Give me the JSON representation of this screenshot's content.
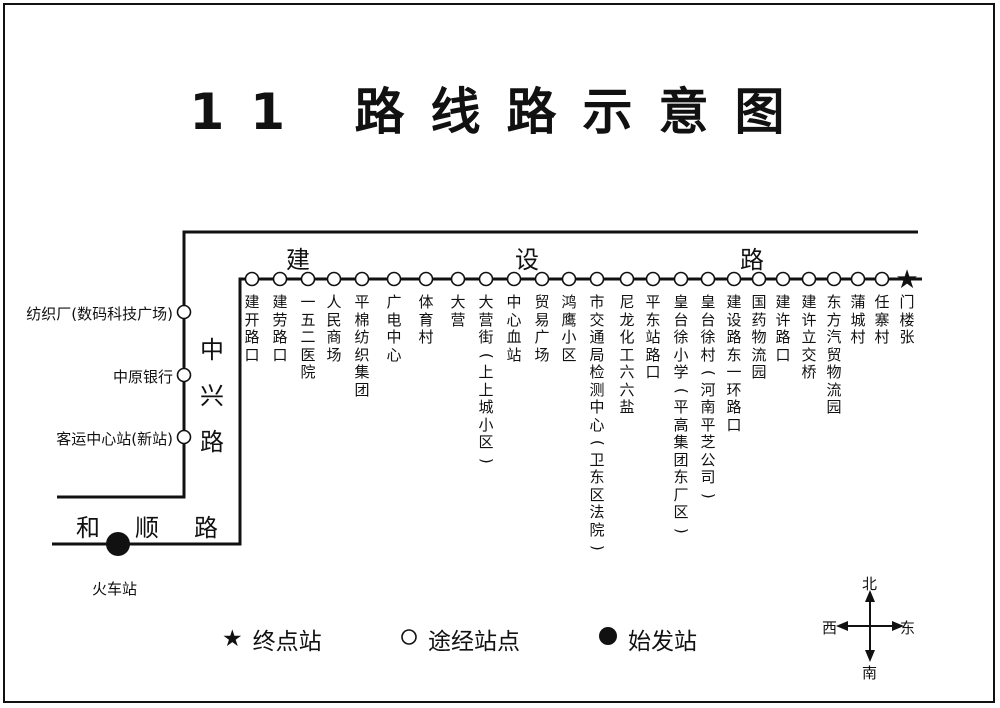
{
  "title": "11 路线路示意图",
  "roads": {
    "jianshe": [
      "建",
      "设",
      "路"
    ],
    "zhongxing": [
      "中",
      "兴",
      "路"
    ],
    "heshun": [
      "和",
      "顺",
      "路"
    ]
  },
  "main_stops": [
    {
      "name": "建开路口"
    },
    {
      "name": "建劳路口"
    },
    {
      "name": "一五二医院"
    },
    {
      "name": "人民商场"
    },
    {
      "name": "平棉纺织集团"
    },
    {
      "name": "广电中心"
    },
    {
      "name": "体育村"
    },
    {
      "name": "大营"
    },
    {
      "name": "大营街(上上城小区)"
    },
    {
      "name": "中心血站"
    },
    {
      "name": "贸易广场"
    },
    {
      "name": "鸿鹰小区"
    },
    {
      "name": "市交通局检测中心(卫东区法院)"
    },
    {
      "name": "尼龙化工六六盐"
    },
    {
      "name": "平东站路口"
    },
    {
      "name": "皇台徐小学(平高集团东厂区)"
    },
    {
      "name": "皇台徐村(河南平芝公司)"
    },
    {
      "name": "建设路东一环路口"
    },
    {
      "name": "国药物流园"
    },
    {
      "name": "建许路口"
    },
    {
      "name": "建许立交桥"
    },
    {
      "name": "东方汽贸物流园"
    },
    {
      "name": "蒲城村"
    },
    {
      "name": "任寨村"
    },
    {
      "name": "门楼张"
    }
  ],
  "side_stops": [
    {
      "name": "纺织厂(数码科技广场)"
    },
    {
      "name": "中原银行"
    },
    {
      "name": "客运中心站(新站)"
    }
  ],
  "origin": {
    "name": "火车站"
  },
  "legend": {
    "terminal": "终点站",
    "intermediate": "途经站点",
    "start": "始发站"
  },
  "compass": {
    "north": "北",
    "south": "南",
    "east": "东",
    "west": "西"
  }
}
